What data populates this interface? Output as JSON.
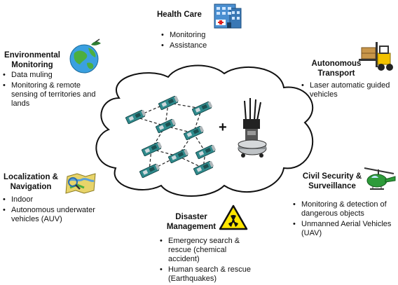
{
  "sections": {
    "health": {
      "title": "Health Care",
      "icon": "hospital-icon",
      "items": [
        "Monitoring",
        "Assistance"
      ]
    },
    "environmental": {
      "title_line1": "Environmental",
      "title_line2": "Monitoring",
      "icon": "globe-icon",
      "items": [
        "Data muling",
        "Monitoring & remote sensing of territories and lands"
      ]
    },
    "transport": {
      "title_line1": "Autonomous",
      "title_line2": "Transport",
      "icon": "forklift-icon",
      "items": [
        "Laser automatic guided vehicles"
      ]
    },
    "localization": {
      "title_line1": "Localization &",
      "title_line2": "Navigation",
      "icon": "map-icon",
      "items": [
        "Indoor",
        "Autonomous underwater vehicles (AUV)"
      ]
    },
    "civil": {
      "title_line1": "Civil Security &",
      "title_line2": "Surveillance",
      "icon": "helicopter-icon",
      "items": [
        "Monitoring & detection of dangerous objects",
        "Unmanned Aerial Vehicles (UAV)"
      ]
    },
    "disaster": {
      "title_line1": "Disaster",
      "title_line2": "Management",
      "icon": "radiation-icon",
      "items": [
        "Emergency search & rescue (chemical accident)",
        "Human search & rescue (Earthquakes)"
      ]
    }
  },
  "cloud": {
    "plus": "+",
    "sensor_icon": "sensor-node-icon",
    "robot_icon": "robot-icon"
  }
}
